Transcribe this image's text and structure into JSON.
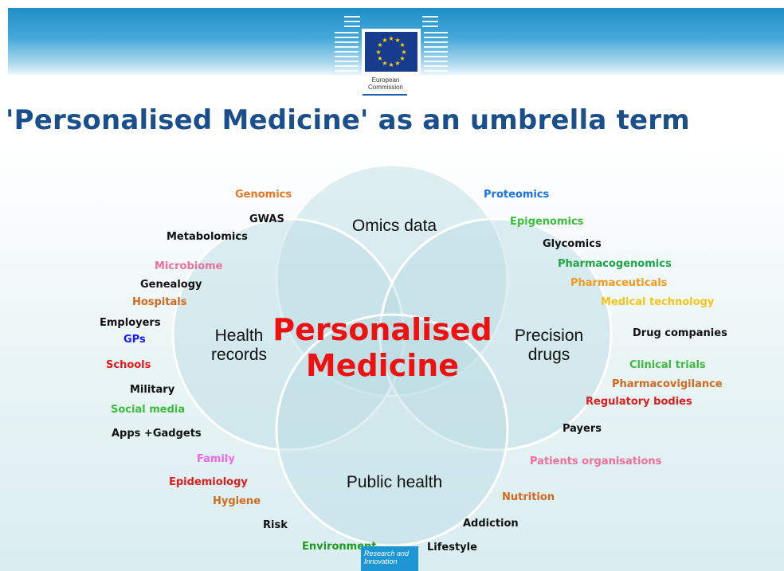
{
  "header": {
    "logo_label": "European Commission",
    "badge_label": "Research and Innovation"
  },
  "title": "'Personalised Medicine' as an umbrella term",
  "diagram": {
    "circles": [
      {
        "label": "Omics data"
      },
      {
        "label": "Health records"
      },
      {
        "label": "Precision drugs"
      },
      {
        "label": "Public health"
      }
    ],
    "central_label": "Personalised Medicine",
    "circle_fill": "#b7dce3",
    "circle_stroke": "#ffffff",
    "central_color": "#ee1111"
  },
  "terms": [
    {
      "text": "Genomics",
      "color": "#e87722"
    },
    {
      "text": "GWAS",
      "color": "#111111"
    },
    {
      "text": "Metabolomics",
      "color": "#111111"
    },
    {
      "text": "Microbiome",
      "color": "#ef6f9a"
    },
    {
      "text": "Genealogy",
      "color": "#111111"
    },
    {
      "text": "Hospitals",
      "color": "#d2691e"
    },
    {
      "text": "Employers",
      "color": "#111111"
    },
    {
      "text": "GPs",
      "color": "#1a1aff"
    },
    {
      "text": "Schools",
      "color": "#e01b1b"
    },
    {
      "text": "Military",
      "color": "#111111"
    },
    {
      "text": "Social media",
      "color": "#3cbd3c"
    },
    {
      "text": "Apps +Gadgets",
      "color": "#111111"
    },
    {
      "text": "Family",
      "color": "#ee66ee"
    },
    {
      "text": "Epidemiology",
      "color": "#e01b1b"
    },
    {
      "text": "Hygiene",
      "color": "#d2691e"
    },
    {
      "text": "Risk",
      "color": "#111111"
    },
    {
      "text": "Environment",
      "color": "#1e9b1e"
    },
    {
      "text": "Lifestyle",
      "color": "#111111"
    },
    {
      "text": "Addiction",
      "color": "#111111"
    },
    {
      "text": "Nutrition",
      "color": "#d2691e"
    },
    {
      "text": "Patients organisations",
      "color": "#ef6f9a"
    },
    {
      "text": "Payers",
      "color": "#111111"
    },
    {
      "text": "Regulatory bodies",
      "color": "#e01b1b"
    },
    {
      "text": "Pharmacovigilance",
      "color": "#d2691e"
    },
    {
      "text": "Clinical trials",
      "color": "#3cbd3c"
    },
    {
      "text": "Drug companies",
      "color": "#111111"
    },
    {
      "text": "Medical technology",
      "color": "#f5c518"
    },
    {
      "text": "Pharmaceuticals",
      "color": "#f39a1e"
    },
    {
      "text": "Pharmacogenomics",
      "color": "#1ea54a"
    },
    {
      "text": "Glycomics",
      "color": "#111111"
    },
    {
      "text": "Epigenomics",
      "color": "#3cbd3c"
    },
    {
      "text": "Proteomics",
      "color": "#1a73e8"
    }
  ]
}
